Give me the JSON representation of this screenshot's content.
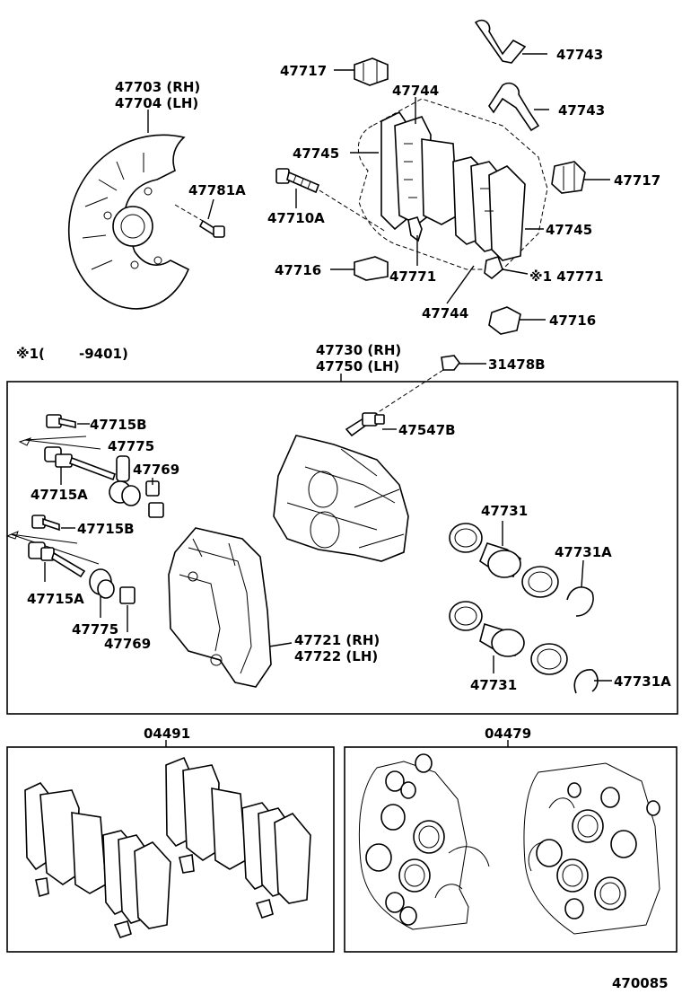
{
  "footnote": {
    "mark": "※1(",
    "value": "-9401)"
  },
  "drawing_number": "470085",
  "kit_labels": {
    "pad_kit": "04491",
    "seal_kit": "04479"
  },
  "labels": {
    "dust_cover_rh": "47703 (RH)",
    "dust_cover_lh": "47704 (LH)",
    "dust_cover_bolt": "47781A",
    "pad_support_plate_top": "47717",
    "anti_squeal_spring_1": "47743",
    "anti_squeal_spring_2": "47743",
    "pad_support_plate_right": "47717",
    "pad_top": "47744",
    "pad_bottom": "47744",
    "anti_squeal_shim_left": "47745",
    "anti_squeal_shim_right": "47745",
    "mounting_bolt": "47710A",
    "wear_indicator_center": "47771",
    "wear_indicator_right": "※1 47771",
    "pad_guide_left": "47716",
    "pad_guide_right": "47716",
    "caliper_assy_rh": "47730 (RH)",
    "caliper_assy_lh": "47750 (LH)",
    "bleeder_cap": "31478B",
    "bleeder_plug": "47547B",
    "slide_bolt_1": "47715B",
    "slide_boot_1": "47775",
    "slide_bushing_1": "47769",
    "slide_pin_1": "47715A",
    "slide_bolt_2": "47715B",
    "slide_pin_2": "47715A",
    "slide_boot_2": "47775",
    "slide_bushing_2": "47769",
    "piston_1": "47731",
    "piston_2": "47731",
    "piston_ring_1": "47731A",
    "piston_ring_2": "47731A",
    "mounting_rh": "47721 (RH)",
    "mounting_lh": "47722 (LH)"
  }
}
